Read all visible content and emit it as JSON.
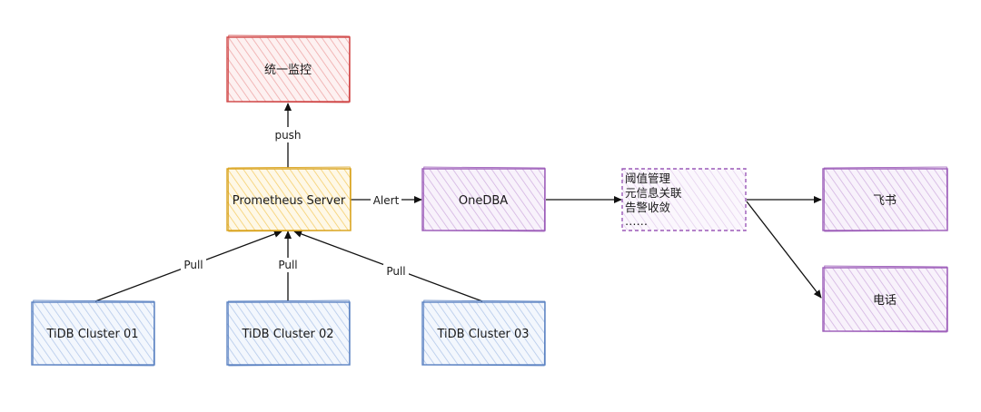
{
  "nodes": {
    "unified_monitor": {
      "label": "统一监控",
      "stroke": "#cf4545",
      "fill": "#f8c9c9"
    },
    "prometheus": {
      "label": "Prometheus Server",
      "stroke": "#d9a21b",
      "fill": "#fbe19e"
    },
    "onedba": {
      "label": "OneDBA",
      "stroke": "#9b5ab8",
      "fill": "#e6d2ef"
    },
    "processing_note": {
      "lines": [
        "阈值管理",
        "元信息关联",
        "告警收敛",
        "……"
      ],
      "stroke": "#9b5ab8",
      "fill": "#f1e6f6"
    },
    "feishu": {
      "label": "飞书",
      "stroke": "#9b5ab8",
      "fill": "#e6d2ef"
    },
    "phone": {
      "label": "电话",
      "stroke": "#9b5ab8",
      "fill": "#e6d2ef"
    },
    "cluster_01": {
      "label": "TiDB Cluster 01",
      "stroke": "#5b82c2",
      "fill": "#cfdcf2"
    },
    "cluster_02": {
      "label": "TiDB Cluster 02",
      "stroke": "#5b82c2",
      "fill": "#cfdcf2"
    },
    "cluster_03": {
      "label": "TiDB Cluster 03",
      "stroke": "#5b82c2",
      "fill": "#cfdcf2"
    }
  },
  "edges": {
    "push": "push",
    "alert": "Alert",
    "pull_01": "Pull",
    "pull_02": "Pull",
    "pull_03": "Pull"
  }
}
